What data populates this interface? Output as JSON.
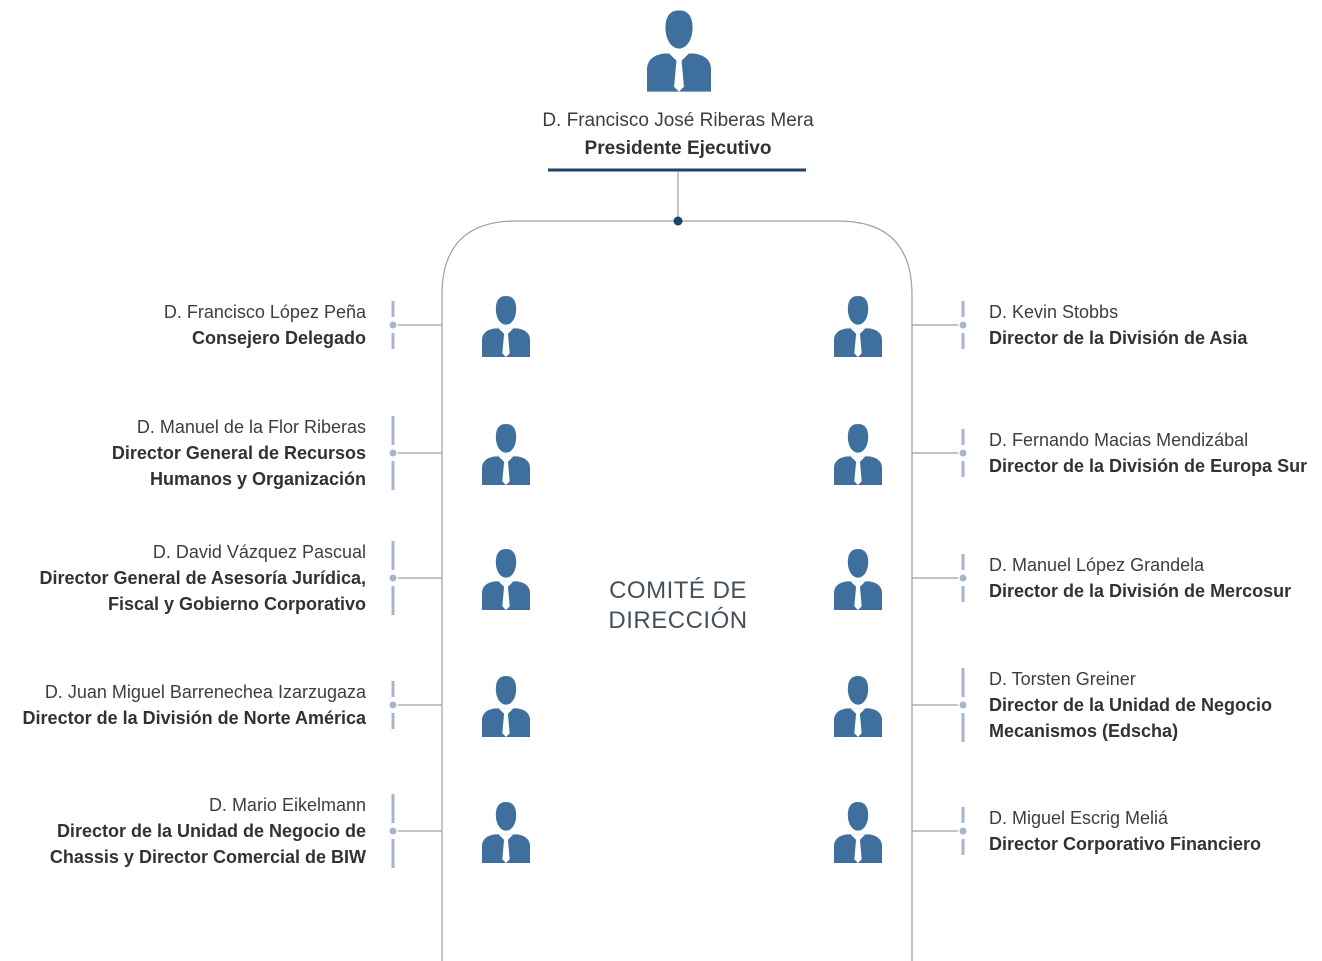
{
  "colors": {
    "icon": "#3f6f9c",
    "accent_line": "#1f4266",
    "bracket": "#a8b4cc",
    "connector": "#9aa0a6",
    "dot": "#1f4266"
  },
  "president": {
    "name": "D. Francisco José Riberas Mera",
    "role": "Presidente Ejecutivo",
    "icon": "person-icon"
  },
  "committee": {
    "title_line1": "COMITÉ DE",
    "title_line2": "DIRECCIÓN"
  },
  "left": [
    {
      "name": "D. Francisco López Peña",
      "role_lines": [
        "Consejero Delegado"
      ]
    },
    {
      "name": "D. Manuel de la Flor Riberas",
      "role_lines": [
        "Director General de Recursos",
        "Humanos y Organización"
      ]
    },
    {
      "name": "D. David Vázquez Pascual",
      "role_lines": [
        "Director General de Asesoría Jurídica,",
        "Fiscal y Gobierno Corporativo"
      ]
    },
    {
      "name": "D. Juan Miguel Barrenechea Izarzugaza",
      "role_lines": [
        "Director de la División de Norte América"
      ]
    },
    {
      "name": "D. Mario Eikelmann",
      "role_lines": [
        "Director de la Unidad de Negocio de",
        "Chassis y Director Comercial de BIW"
      ]
    }
  ],
  "right": [
    {
      "name": "D. Kevin Stobbs",
      "role_lines": [
        "Director de la División de Asia"
      ]
    },
    {
      "name": "D. Fernando Macias Mendizábal",
      "role_lines": [
        "Director de la División de Europa Sur"
      ]
    },
    {
      "name": "D. Manuel López Grandela",
      "role_lines": [
        "Director de la División de Mercosur"
      ]
    },
    {
      "name": "D. Torsten Greiner",
      "role_lines": [
        "Director de la Unidad de Negocio",
        "Mecanismos (Edscha)"
      ]
    },
    {
      "name": "D. Miguel Escrig Meliá",
      "role_lines": [
        "Director Corporativo Financiero"
      ]
    }
  ]
}
